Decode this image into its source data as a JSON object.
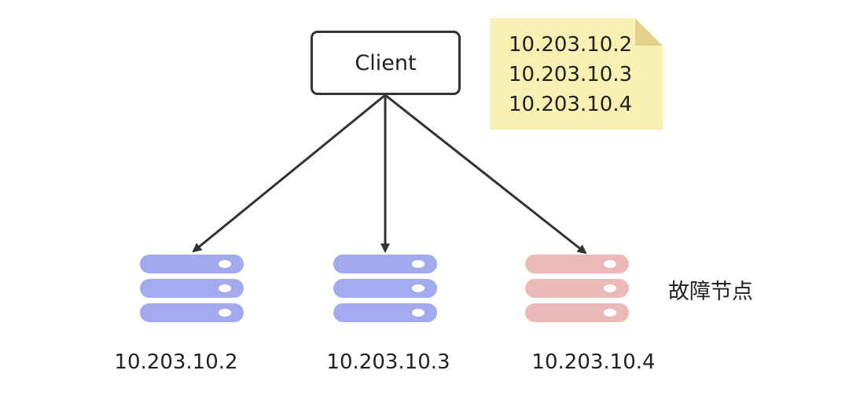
{
  "client": {
    "label": "Client"
  },
  "note": {
    "lines": [
      "10.203.10.2",
      "10.203.10.3",
      "10.203.10.4"
    ],
    "color": "#f9f1b3",
    "fold_color": "#e3d28b"
  },
  "servers": [
    {
      "label": "10.203.10.2",
      "status": "normal",
      "color": "#a4aaee"
    },
    {
      "label": "10.203.10.3",
      "status": "normal",
      "color": "#a4aaee"
    },
    {
      "label": "10.203.10.4",
      "status": "faulty",
      "color": "#ecb9b9"
    }
  ],
  "fault_label": "故障节点",
  "edges": [
    {
      "from": "client",
      "to": "server-1"
    },
    {
      "from": "client",
      "to": "server-2"
    },
    {
      "from": "client",
      "to": "server-3"
    }
  ],
  "colors": {
    "edge": "#333333",
    "server_dot": "#ffffff"
  }
}
